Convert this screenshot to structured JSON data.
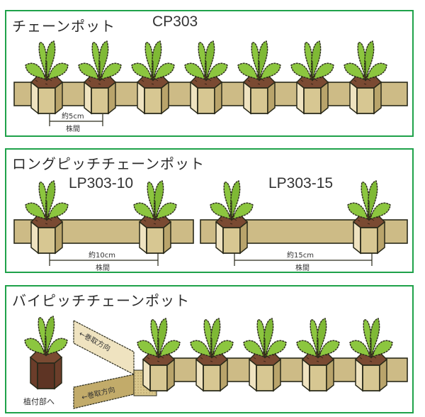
{
  "colors": {
    "panel_border": "#1fa24a",
    "leaf": "#8cc63f",
    "leaf_outline": "#2a2a1a",
    "soil": "#7a4a32",
    "strip": "#cdbb86",
    "pot_front": "#d7c792",
    "pot_left": "#efe3c0",
    "pot_right": "#b9a46b",
    "brown_pot": "#6b3d2a"
  },
  "panels": [
    {
      "title": "チェーンポット",
      "code": "CP303",
      "spacing": "約5cm",
      "spacing_label": "株間",
      "plant_count": 7
    },
    {
      "title": "ロングピッチチェーンポット",
      "variants": [
        {
          "code": "LP303-10",
          "spacing": "約10cm",
          "spacing_label": "株間"
        },
        {
          "code": "LP303-15",
          "spacing": "約15cm",
          "spacing_label": "株間"
        }
      ]
    },
    {
      "title": "バイピッチチェーンポット",
      "winding_label_top": "←巻取方向",
      "winding_label_bottom": "←巻取方向",
      "planting_label": "植付部へ",
      "plant_count": 6
    }
  ]
}
